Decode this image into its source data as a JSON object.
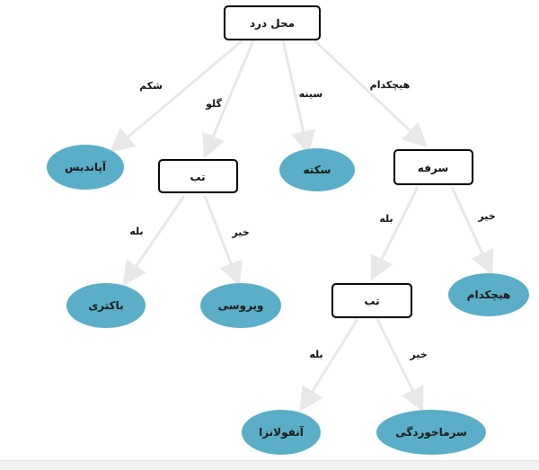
{
  "diagram": {
    "colors": {
      "leaf_fill": "#5aaec7",
      "box_stroke": "#000000",
      "edge": "#e8e8e8",
      "text": "#111111"
    },
    "nodes": {
      "root": "محل درد",
      "appendicitis": "آپاندیس",
      "fever_1": "تب",
      "heart_attack": "سکته",
      "cough": "سرفه",
      "bacterial": "باکتری",
      "viral": "ویروسی",
      "fever_2": "تب",
      "none_leaf": "هیچکدام",
      "influenza": "آنفولانزا",
      "cold": "سرماخوردگی"
    },
    "edges": {
      "root_appendicitis": "شکم",
      "root_fever": "گلو",
      "root_heart": "سینه",
      "root_cough": "هیچکدام",
      "fever1_bacterial": "بله",
      "fever1_viral": "خیر",
      "cough_fever2": "بله",
      "cough_none": "خیر",
      "fever2_influenza": "بله",
      "fever2_cold": "خیر"
    }
  }
}
